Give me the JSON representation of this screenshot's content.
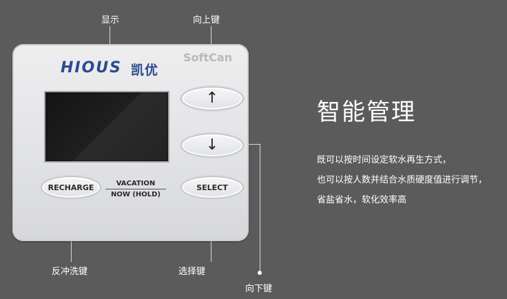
{
  "callouts": {
    "display": "显示",
    "up_key": "向上键",
    "recharge_key": "反冲洗键",
    "select_key": "选择键",
    "down_key": "向下键"
  },
  "panel": {
    "brand": "HIOUS",
    "brand_cn": "凯优",
    "model": "SoftCan",
    "up_symbol": "↑",
    "down_symbol": "↓",
    "recharge_label": "RECHARGE",
    "select_label": "SELECT",
    "vacation_line1": "VACATION",
    "vacation_line2": "NOW (HOLD)"
  },
  "feature": {
    "title": "智能管理",
    "lines": [
      "既可以按时间设定软水再生方式，",
      "也可以按人数并结合水质硬度值进行调节，",
      "省盐省水，软化效率高"
    ]
  },
  "colors": {
    "background": "#5b5b5b",
    "brand_blue": "#2c4a8f"
  }
}
